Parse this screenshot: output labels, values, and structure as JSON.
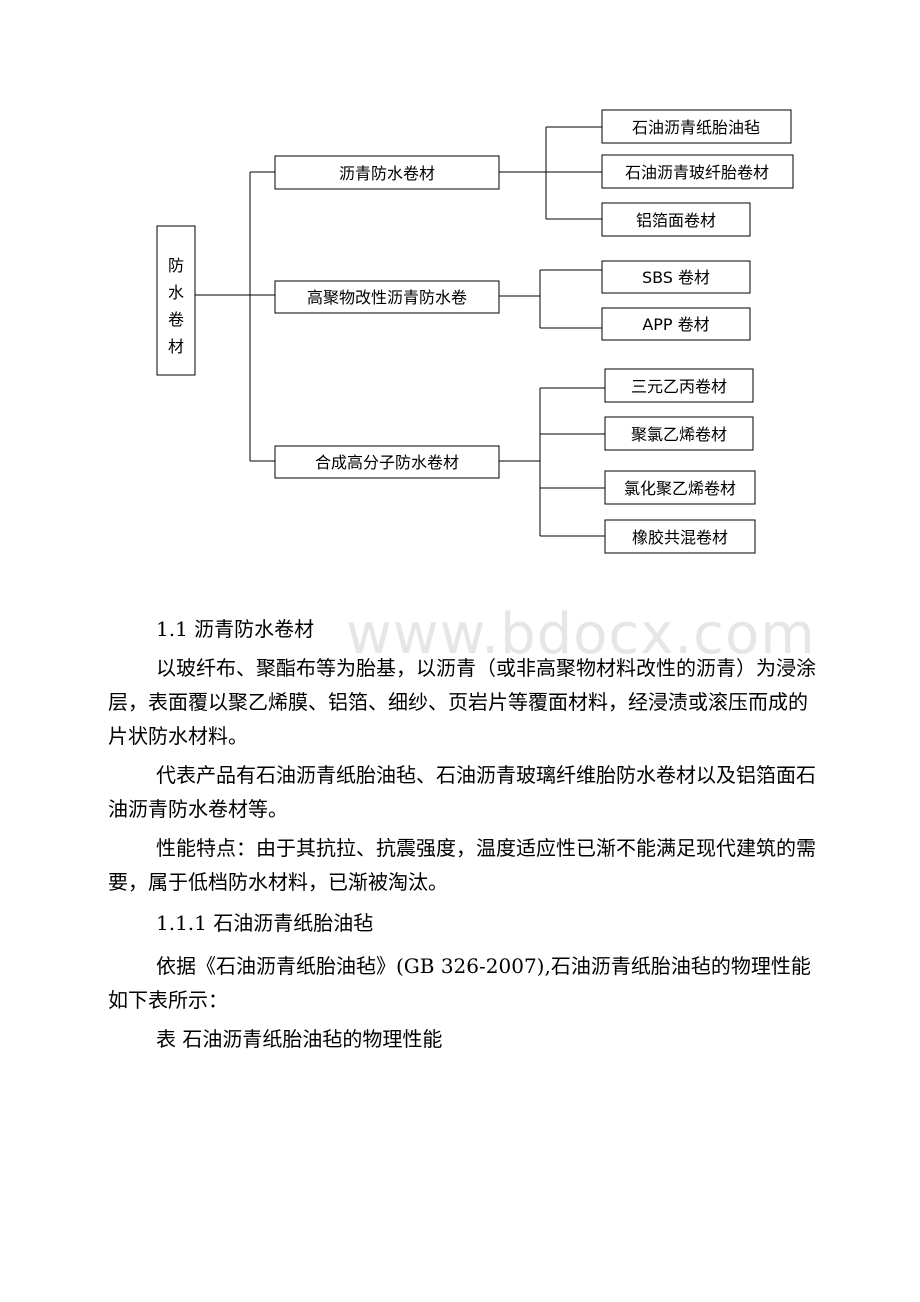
{
  "diagram": {
    "root": "防\n水\n卷\n材",
    "categories": [
      {
        "label": "沥青防水卷材",
        "items": [
          "石油沥青纸胎油毡",
          "石油沥青玻纤胎卷材",
          "铝箔面卷材"
        ]
      },
      {
        "label": "高聚物改性沥青防水卷",
        "items": [
          "SBS 卷材",
          "APP 卷材"
        ]
      },
      {
        "label": "合成高分子防水卷材",
        "items": [
          "三元乙丙卷材",
          "聚氯乙烯卷材",
          "氯化聚乙烯卷材",
          "橡胶共混卷材"
        ]
      }
    ]
  },
  "watermark": "www.bdocx.com",
  "text": {
    "h1": "1.1 沥青防水卷材",
    "p1": "以玻纤布、聚酯布等为胎基，以沥青（或非高聚物材料改性的沥青）为浸涂层，表面覆以聚乙烯膜、铝箔、细纱、页岩片等覆面材料，经浸渍或滚压而成的片状防水材料。",
    "p2": "代表产品有石油沥青纸胎油毡、石油沥青玻璃纤维胎防水卷材以及铝箔面石油沥青防水卷材等。",
    "p3": "性能特点：由于其抗拉、抗震强度，温度适应性已渐不能满足现代建筑的需要，属于低档防水材料，已渐被淘汰。",
    "h2": "1.1.1 石油沥青纸胎油毡",
    "p4": "依据《石油沥青纸胎油毡》(GB 326-2007),石油沥青纸胎油毡的物理性能如下表所示：",
    "caption": "表 石油沥青纸胎油毡的物理性能"
  }
}
